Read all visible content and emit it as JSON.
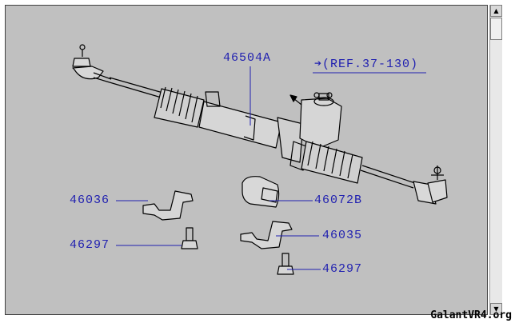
{
  "diagram": {
    "reference": "➔(REF.37-130)",
    "parts": {
      "rack_assembly": "46504A",
      "bracket_left": "46036",
      "bolt_left": "46297",
      "bushing": "46072B",
      "bracket_right": "46035",
      "bolt_right": "46297"
    }
  },
  "scrollbar": {
    "up_icon": "up-arrow-icon",
    "down_icon": "down-arrow-icon"
  },
  "watermark": "GalantVR4.org",
  "colors": {
    "background": "#c0c0c0",
    "label": "#1f1fb0",
    "line": "#000000"
  }
}
